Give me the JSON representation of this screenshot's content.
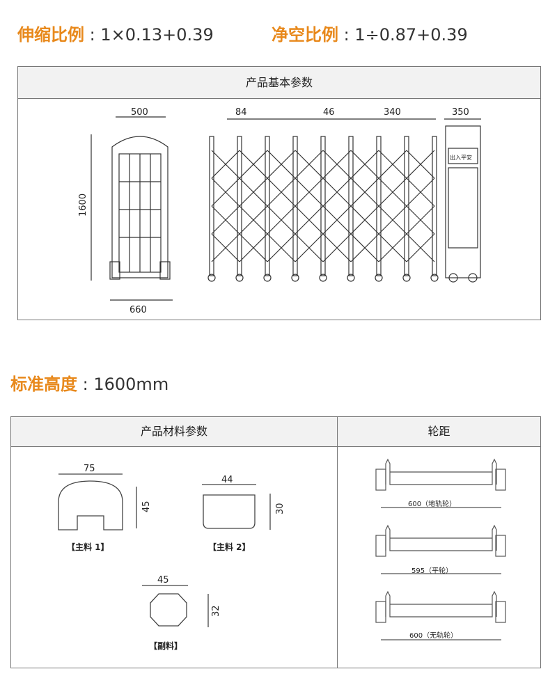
{
  "header": {
    "extend_ratio_label": "伸缩比例",
    "extend_ratio_value": ": 1×0.13+0.39",
    "clear_ratio_label": "净空比例",
    "clear_ratio_value": ": 1÷0.87+0.39"
  },
  "basic_params": {
    "title": "产品基本参数",
    "dims": {
      "width_top": "500",
      "height": "1600",
      "width_bottom": "660",
      "pitch": "84",
      "gap": "46",
      "unit": "340",
      "box": "350"
    },
    "control_box_sign": "出入平安"
  },
  "standard_height": {
    "label": "标准高度",
    "value": ": 1600mm"
  },
  "material_params": {
    "title": "产品材料参数",
    "items": [
      {
        "label": "【主料 1】",
        "w": "75",
        "h": "45"
      },
      {
        "label": "【主料 2】",
        "w": "44",
        "h": "30"
      },
      {
        "label": "【副料】",
        "w": "45",
        "h": "32"
      }
    ]
  },
  "wheelbase": {
    "title": "轮距",
    "items": [
      {
        "label": "600（地轨轮）"
      },
      {
        "label": "595（平轮）"
      },
      {
        "label": "600（无轨轮）"
      }
    ]
  }
}
